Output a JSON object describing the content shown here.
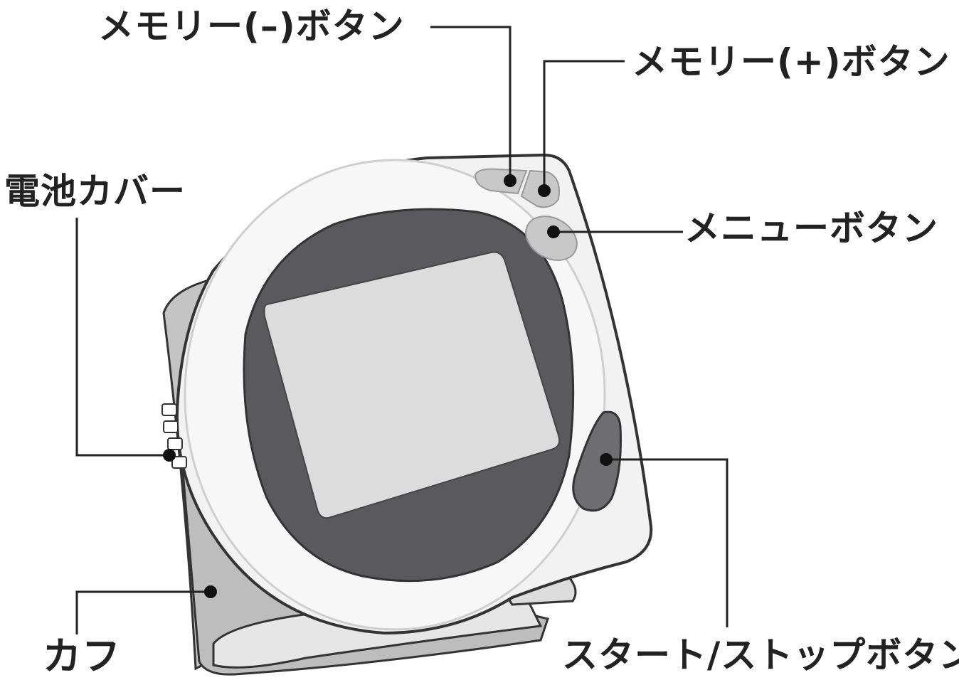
{
  "labels": {
    "memory_minus": "メモリー(–)ボタン",
    "memory_plus": "メモリー(+)ボタン",
    "battery_cover": "電池カバー",
    "menu_button": "メニューボタン",
    "cuff": "カフ",
    "start_stop": "スタート/ストップボタン"
  },
  "colors": {
    "ink": "#222222",
    "body": "#f2f2f2",
    "screen_frame": "#5a5a5c",
    "screen": "#dcdcdc",
    "button": "#c8c8c8",
    "start_button": "#6e6e70",
    "cuff": "#c4c4c4"
  }
}
